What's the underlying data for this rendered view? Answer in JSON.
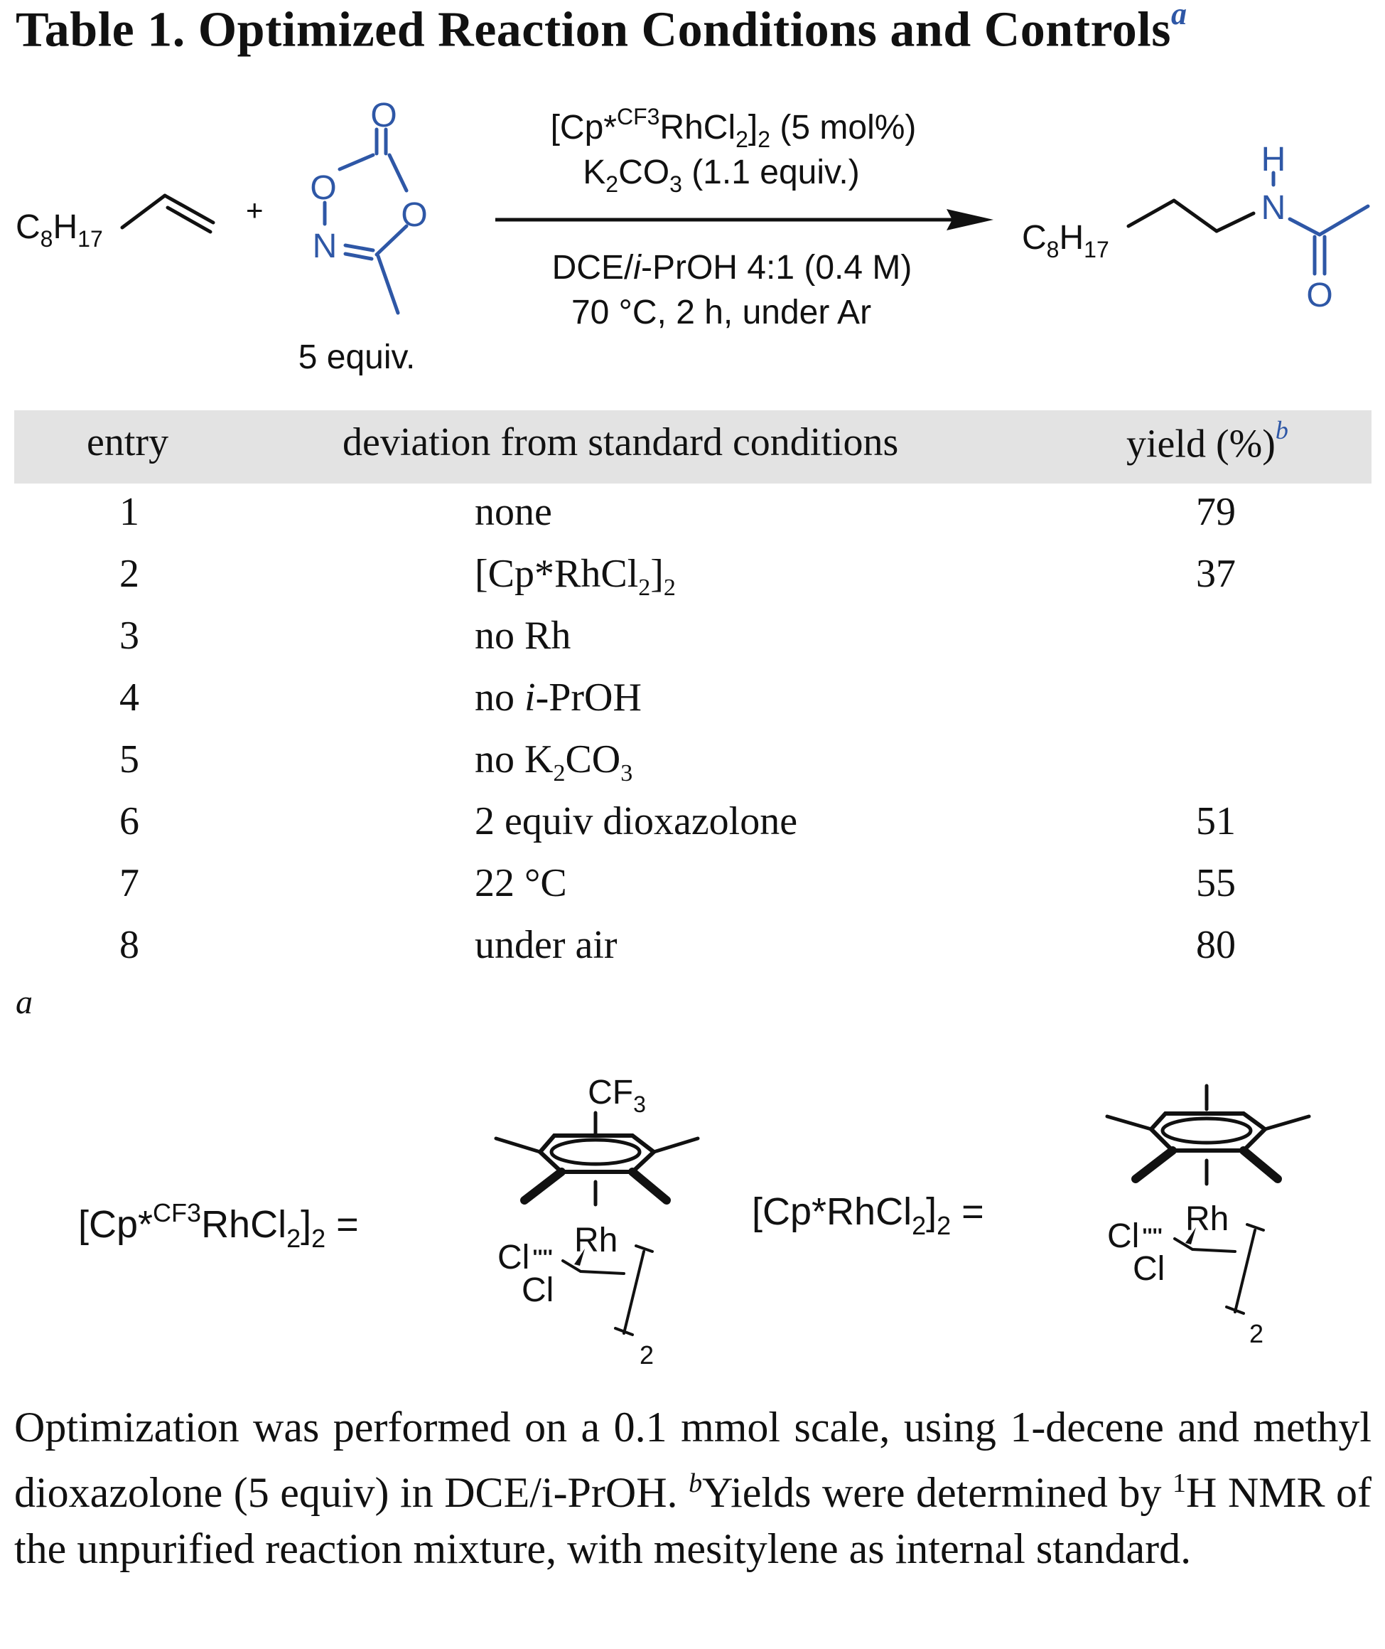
{
  "title": "Table 1. Optimized Reaction Conditions and Controls",
  "title_footnote_mark": "a",
  "scheme": {
    "reactant1_label": "C8H17",
    "plus": "+",
    "reagent_amount": "5 equiv.",
    "reagent_atoms": [
      "O",
      "O",
      "O",
      "N"
    ],
    "conditions_above": [
      "[Cp*CF3RhCl2]2 (5 mol%)",
      "K2CO3 (1.1 equiv.)"
    ],
    "conditions_below": [
      "DCE/i-PrOH 4:1 (0.4 M)",
      "70 °C, 2 h, under Ar"
    ],
    "product_label": "C8H17",
    "product_atoms": [
      "H",
      "N",
      "O"
    ],
    "accent_color": "#2e57a6"
  },
  "table": {
    "headers": {
      "entry": "entry",
      "deviation": "deviation from standard conditions",
      "yield": "yield (%)",
      "yield_mark": "b"
    },
    "rows": [
      {
        "entry": "1",
        "deviation": "none",
        "yield": "79"
      },
      {
        "entry": "2",
        "deviation": "[Cp*RhCl2]2",
        "yield": "37"
      },
      {
        "entry": "3",
        "deviation": "no Rh",
        "yield": ""
      },
      {
        "entry": "4",
        "deviation": "no i-PrOH",
        "yield": ""
      },
      {
        "entry": "5",
        "deviation": "no K2CO3",
        "yield": ""
      },
      {
        "entry": "6",
        "deviation": "2 equiv dioxazolone",
        "yield": "51"
      },
      {
        "entry": "7",
        "deviation": "22 °C",
        "yield": "55"
      },
      {
        "entry": "8",
        "deviation": "under air",
        "yield": "80"
      }
    ],
    "header_bg": "#e3e3e3"
  },
  "footnote_a_mark": "a",
  "catalysts": [
    {
      "label": "[Cp*CF3RhCl2]2 =",
      "substituent": "CF3",
      "metal": "Rh",
      "ligands": [
        "Cl",
        "Cl"
      ],
      "dimer": "2"
    },
    {
      "label": "[Cp*RhCl2]2 =",
      "substituent": "",
      "metal": "Rh",
      "ligands": [
        "Cl",
        "Cl"
      ],
      "dimer": "2"
    }
  ],
  "footnote_text": {
    "part1": "Optimization was performed on a 0.1 mmol scale, using 1-decene and methyl dioxazolone (5 equiv) in DCE/i-PrOH. ",
    "b_mark": "b",
    "part2": "Yields were determined by ",
    "nmr_sup": "1",
    "part3": "H NMR of the unpurified reaction mixture, with mesitylene as internal standard."
  }
}
